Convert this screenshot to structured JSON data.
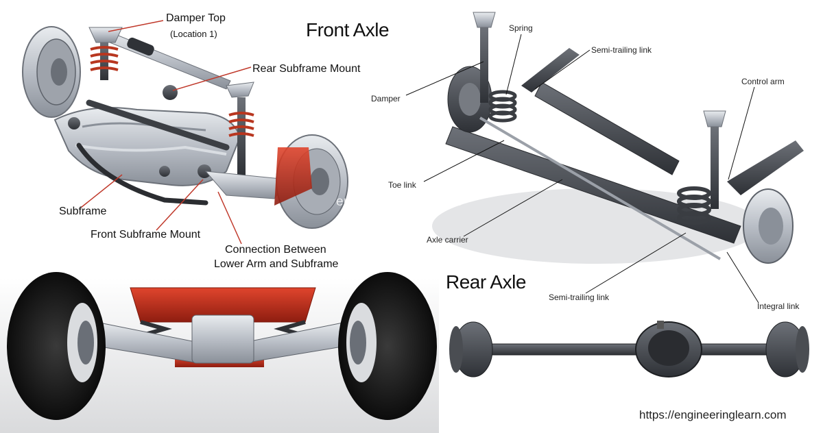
{
  "front_axle": {
    "title": "Front Axle",
    "labels": {
      "damper_top": "Damper Top",
      "location": "(Location 1)",
      "rear_subframe_mount": "Rear Subframe Mount",
      "subframe": "Subframe",
      "front_subframe_mount": "Front Subframe Mount",
      "connection_line1": "Connection Between",
      "connection_line2": "Lower Arm and Subframe"
    },
    "leader_color": "#c0392b"
  },
  "rear_axle": {
    "title": "Rear Axle",
    "labels": {
      "damper": "Damper",
      "spring": "Spring",
      "semi_trailing_link_top": "Semi-trailing link",
      "control_arm": "Control arm",
      "toe_link": "Toe link",
      "axle_carrier": "Axle carrier",
      "semi_trailing_link_bottom": "Semi-trailing link",
      "integral_link": "Integral link"
    }
  },
  "watermark": "engineeringlearn.com",
  "footer_url": "https://engineeringlearn.com",
  "colors": {
    "accent_red": "#c0392b",
    "metal_light": "#c9cdd3",
    "metal_dark": "#3b3e44",
    "tire": "#141414"
  }
}
